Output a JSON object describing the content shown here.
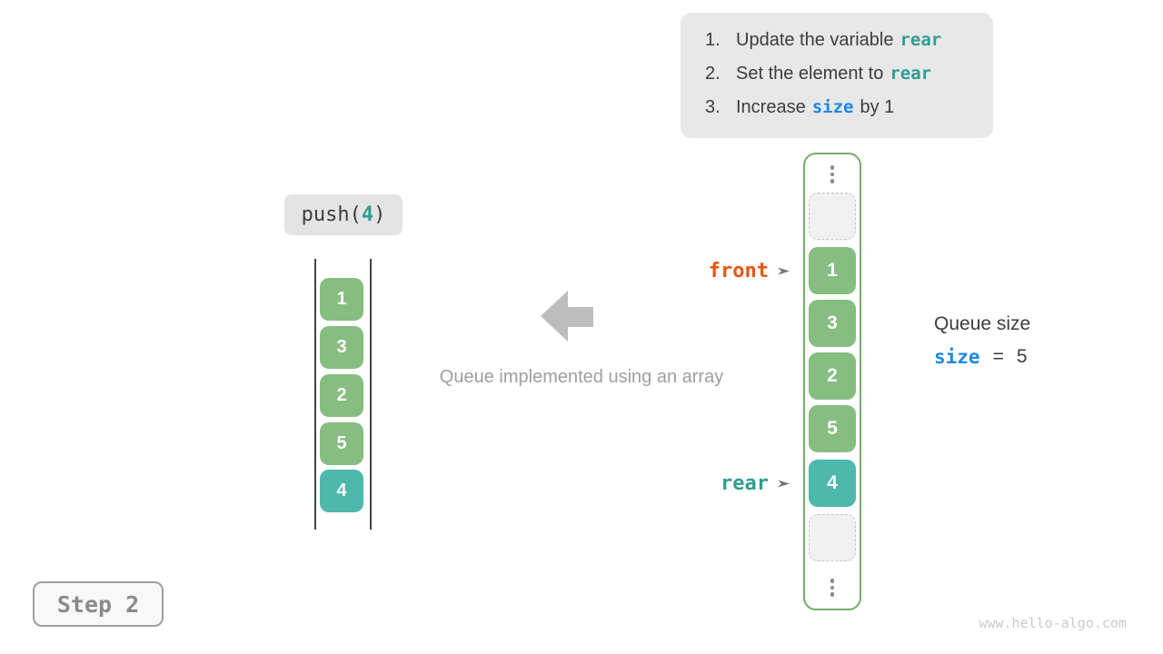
{
  "colors": {
    "green_cell": "#86BD81",
    "teal_cell": "#4DB8AC",
    "array_border": "#72AE6B",
    "front_color": "#E8550F",
    "rear_color": "#2E9D92",
    "size_color": "#1E88E5",
    "arrow_gray": "#BDBDBD",
    "hint_bg": "#E8E8E8",
    "label_bg": "#E4E4E4",
    "text_dark": "#3C3C3C",
    "text_gray": "#9E9E9E",
    "watermark_color": "#CACACA",
    "step_border": "#9E9E9E",
    "step_text": "#8A8A8A",
    "dashed_bg": "#F1F1F1",
    "dashed_border": "#C8C8C8",
    "dot_gray": "#8A8A8A",
    "queue_line": "#444444",
    "pointer_arrow": "#757575"
  },
  "hint_box": {
    "items": [
      {
        "num": "1.",
        "text": "Update the variable",
        "code": "rear"
      },
      {
        "num": "2.",
        "text": "Set the element to",
        "code": "rear"
      },
      {
        "num": "3.",
        "text": "Increase",
        "code": "size",
        "text_after": "by 1"
      }
    ]
  },
  "push_call": {
    "prefix": "push(",
    "arg": "4",
    "suffix": ")"
  },
  "left_queue": {
    "values": [
      "1",
      "3",
      "2",
      "5",
      "4"
    ],
    "colors": [
      "green",
      "green",
      "green",
      "green",
      "teal"
    ]
  },
  "caption": "Queue implemented using an array",
  "array": {
    "cells": [
      {
        "type": "ellipsis"
      },
      {
        "type": "empty"
      },
      {
        "type": "value",
        "value": "1",
        "color": "green"
      },
      {
        "type": "value",
        "value": "3",
        "color": "green"
      },
      {
        "type": "value",
        "value": "2",
        "color": "green"
      },
      {
        "type": "value",
        "value": "5",
        "color": "green"
      },
      {
        "type": "value",
        "value": "4",
        "color": "teal"
      },
      {
        "type": "empty"
      },
      {
        "type": "ellipsis"
      }
    ]
  },
  "pointers": {
    "front": {
      "label": "front",
      "target_value": "1"
    },
    "rear": {
      "label": "rear",
      "target_value": "4"
    }
  },
  "queue_size": {
    "title": "Queue size",
    "var": "size",
    "equals": "=",
    "value": "5"
  },
  "step_badge": {
    "label": "Step 2"
  },
  "watermark": "www.hello-algo.com"
}
